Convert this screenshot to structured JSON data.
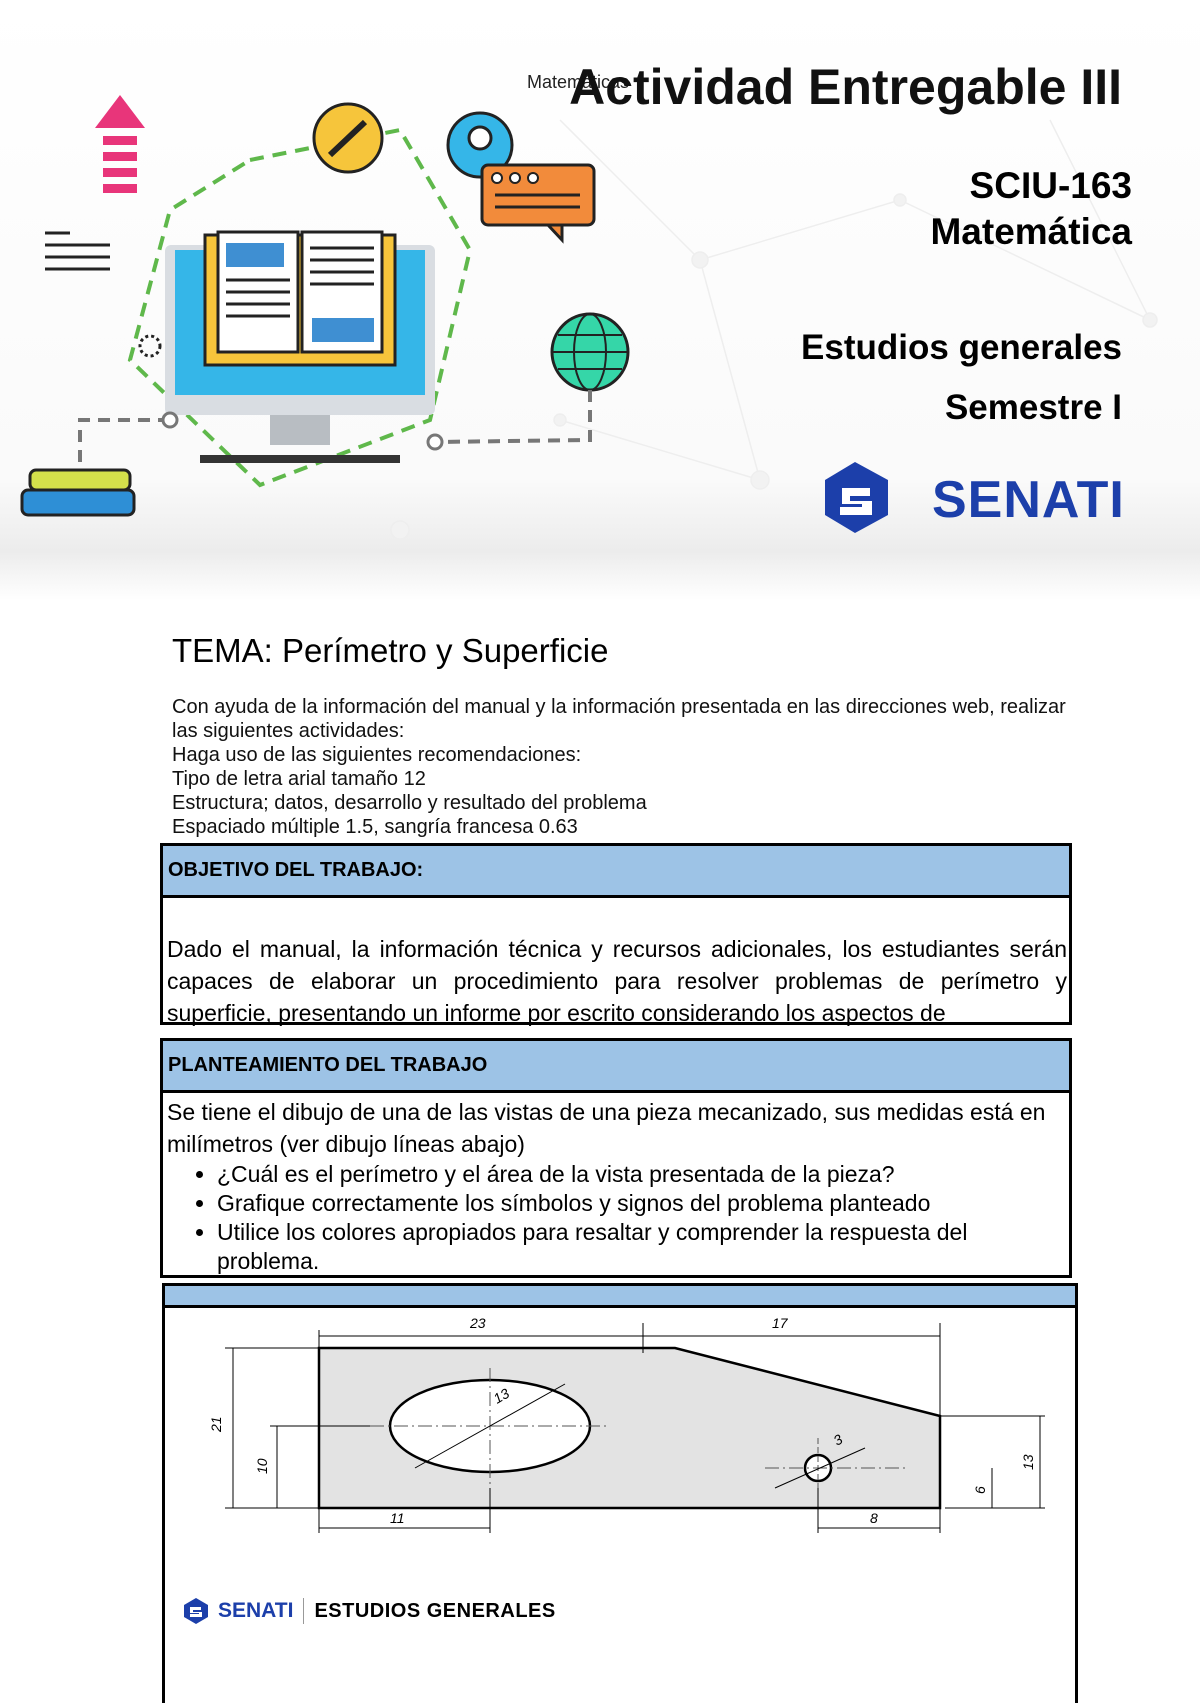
{
  "header": {
    "small_label": "Matemáticas",
    "title": "Actividad Entregable III",
    "course_code": "SCIU-163",
    "course_name": "Matemática",
    "department": "Estudios generales",
    "semester": "Semestre I",
    "logo_text": "SENATI"
  },
  "tema": "TEMA: Perímetro y Superficie",
  "instructions": [
    "Con ayuda de la información del manual y la información presentada en las direcciones web, realizar las siguientes actividades:",
    "Haga uso de las siguientes recomendaciones:",
    "Tipo de letra arial tamaño 12",
    "Estructura; datos, desarrollo y resultado del problema",
    "Espaciado múltiple 1.5, sangría francesa 0.63"
  ],
  "objective": {
    "heading": "OBJETIVO DEL TRABAJO:",
    "text": "Dado el manual, la información técnica y recursos adicionales, los estudiantes serán capaces de elaborar un procedimiento para resolver problemas de perímetro y superficie, presentando un informe por escrito considerando los aspectos de"
  },
  "planteamiento": {
    "heading": "PLANTEAMIENTO DEL TRABAJO",
    "text": "Se tiene el dibujo de una de las vistas de una pieza mecanizado, sus medidas está en milímetros (ver dibujo líneas abajo)",
    "bullets": [
      "¿Cuál es el perímetro y el área de la vista presentada de la pieza?",
      "Grafique correctamente los símbolos y signos del problema planteado",
      "Utilice los colores apropiados para resaltar y comprender la respuesta del problema."
    ]
  },
  "drawing": {
    "dim_top_left": "23",
    "dim_top_right": "17",
    "dim_left_height": "21",
    "dim_left_hole": "10",
    "dim_circle": "13",
    "dim_small_hole": "3",
    "dim_right_height": "13",
    "dim_right_hole": "6",
    "dim_bottom_left": "11",
    "dim_bottom_right": "8"
  },
  "footer": {
    "senati": "SENATI",
    "label": "ESTUDIOS GENERALES"
  },
  "colors": {
    "brand_blue": "#1c3faa",
    "header_fill": "#9dc3e6",
    "part_fill": "#e3e3e3"
  }
}
